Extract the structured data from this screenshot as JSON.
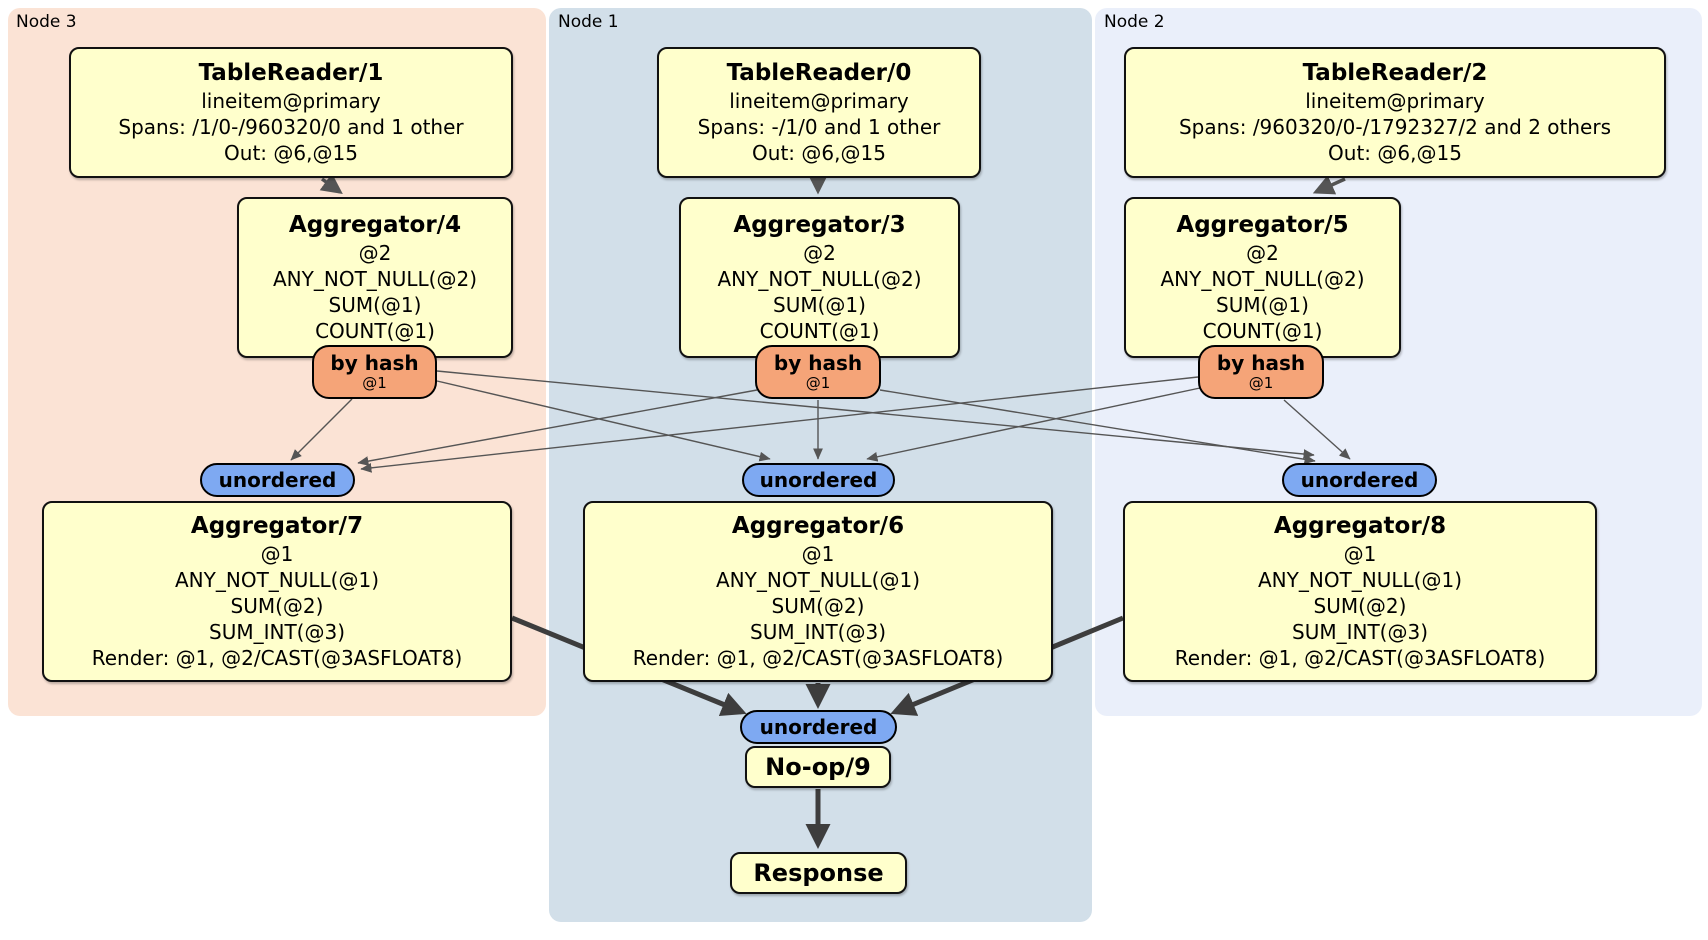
{
  "colors": {
    "node3_bg": "#fbe3d5",
    "node1_bg": "#d2dfe9",
    "node2_bg": "#eaeffa",
    "box_fill": "#ffffcc",
    "box_border": "#111111",
    "router_fill": "#f5a478",
    "sync_fill": "#7ea9f2",
    "edge": "#555555",
    "thick_edge": "#3d3d3d"
  },
  "regions": [
    {
      "label": "Node 3"
    },
    {
      "label": "Node 1"
    },
    {
      "label": "Node 2"
    }
  ],
  "processors": {
    "tr1": {
      "title": "TableReader/1",
      "lines": [
        "lineitem@primary",
        "Spans: /1/0-/960320/0 and 1 other",
        "Out: @6,@15"
      ]
    },
    "tr0": {
      "title": "TableReader/0",
      "lines": [
        "lineitem@primary",
        "Spans: -/1/0 and 1 other",
        "Out: @6,@15"
      ]
    },
    "tr2": {
      "title": "TableReader/2",
      "lines": [
        "lineitem@primary",
        "Spans: /960320/0-/1792327/2 and 2 others",
        "Out: @6,@15"
      ]
    },
    "agg4": {
      "title": "Aggregator/4",
      "lines": [
        "@2",
        "ANY_NOT_NULL(@2)",
        "SUM(@1)",
        "COUNT(@1)"
      ]
    },
    "agg3": {
      "title": "Aggregator/3",
      "lines": [
        "@2",
        "ANY_NOT_NULL(@2)",
        "SUM(@1)",
        "COUNT(@1)"
      ]
    },
    "agg5": {
      "title": "Aggregator/5",
      "lines": [
        "@2",
        "ANY_NOT_NULL(@2)",
        "SUM(@1)",
        "COUNT(@1)"
      ]
    },
    "agg7": {
      "title": "Aggregator/7",
      "lines": [
        "@1",
        "ANY_NOT_NULL(@1)",
        "SUM(@2)",
        "SUM_INT(@3)",
        "Render: @1, @2/CAST(@3ASFLOAT8)"
      ]
    },
    "agg6": {
      "title": "Aggregator/6",
      "lines": [
        "@1",
        "ANY_NOT_NULL(@1)",
        "SUM(@2)",
        "SUM_INT(@3)",
        "Render: @1, @2/CAST(@3ASFLOAT8)"
      ]
    },
    "agg8": {
      "title": "Aggregator/8",
      "lines": [
        "@1",
        "ANY_NOT_NULL(@1)",
        "SUM(@2)",
        "SUM_INT(@3)",
        "Render: @1, @2/CAST(@3ASFLOAT8)"
      ]
    },
    "noop": {
      "title": "No-op/9"
    },
    "response": {
      "title": "Response"
    }
  },
  "routers": [
    {
      "label": "by hash",
      "detail": "@1"
    },
    {
      "label": "by hash",
      "detail": "@1"
    },
    {
      "label": "by hash",
      "detail": "@1"
    }
  ],
  "syncs": [
    {
      "label": "unordered"
    },
    {
      "label": "unordered"
    },
    {
      "label": "unordered"
    },
    {
      "label": "unordered"
    }
  ]
}
